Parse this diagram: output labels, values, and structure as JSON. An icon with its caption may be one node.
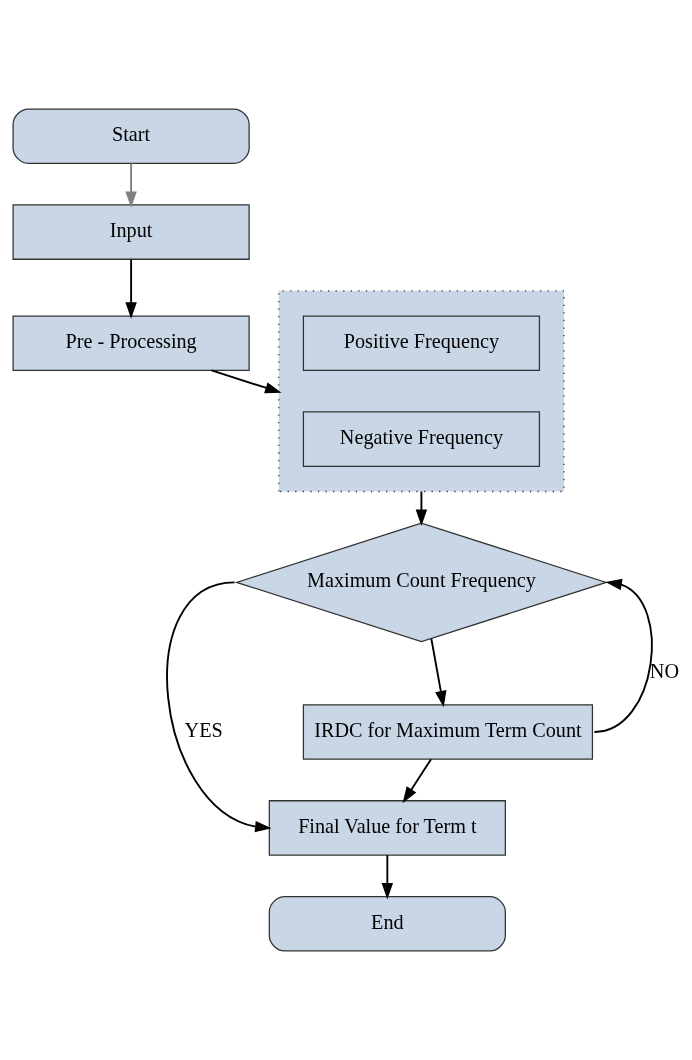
{
  "diagram": {
    "nodes": [
      {
        "text": [
          "Start"
        ]
      },
      {
        "text": [
          "Input"
        ]
      },
      {
        "text": [
          "Pre - Processing"
        ]
      },
      {
        "text": [],
        "shape": "box"
      },
      {
        "text": [
          "Positive Frequency"
        ],
        "in": 3
      },
      {
        "text": [
          "Negative Frequency"
        ],
        "in": 3
      },
      {
        "text": [
          "Maximum Count Frequency"
        ]
      },
      {
        "text": [
          "IRDC for Maximum Term Count"
        ]
      },
      {
        "text": [
          "Final Value for Term t"
        ]
      },
      {
        "text": [
          "End"
        ]
      }
    ],
    "edges": [
      {
        "from": 0,
        "to": 1,
        "arrow": "to",
        "color": "#808080"
      },
      {
        "from": 1,
        "to": 2,
        "arrow": "to"
      },
      {
        "from": 2,
        "to": 3,
        "arrow": "to"
      },
      {
        "from": 3,
        "to": 6,
        "arrow": "to"
      },
      {
        "from": 6,
        "to": 7,
        "arrow": "to"
      },
      {
        "from": 7,
        "to": 6,
        "arrow": "to",
        "label": "NO"
      },
      {
        "from": 6,
        "to": 8,
        "arrow": "to",
        "label": "YES"
      },
      {
        "from": 7,
        "to": 8,
        "arrow": "to"
      },
      {
        "from": 8,
        "to": 9,
        "arrow": "to"
      }
    ]
  }
}
